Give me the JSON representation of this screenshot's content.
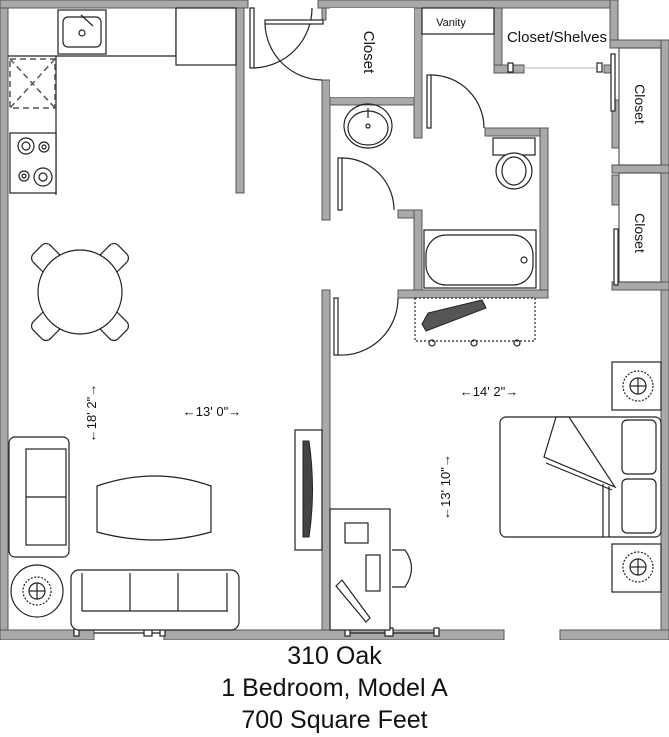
{
  "rooms": {
    "closet_top": "Closet",
    "vanity": "Vanity",
    "closet_shelves": "Closet/Shelves",
    "closet_right_1": "Closet",
    "closet_right_2": "Closet"
  },
  "dimensions": {
    "living_height": "←18' 2\"→",
    "living_width": "←13' 0\"→",
    "bedroom_width": "←14' 2\"→",
    "bedroom_height": "←13' 10\"→"
  },
  "caption": {
    "line1": "310 Oak",
    "line2": "1 Bedroom, Model A",
    "line3": "700 Square Feet"
  },
  "colors": {
    "wall": "#a9a9a9",
    "line": "#222222",
    "background": "#ffffff"
  }
}
